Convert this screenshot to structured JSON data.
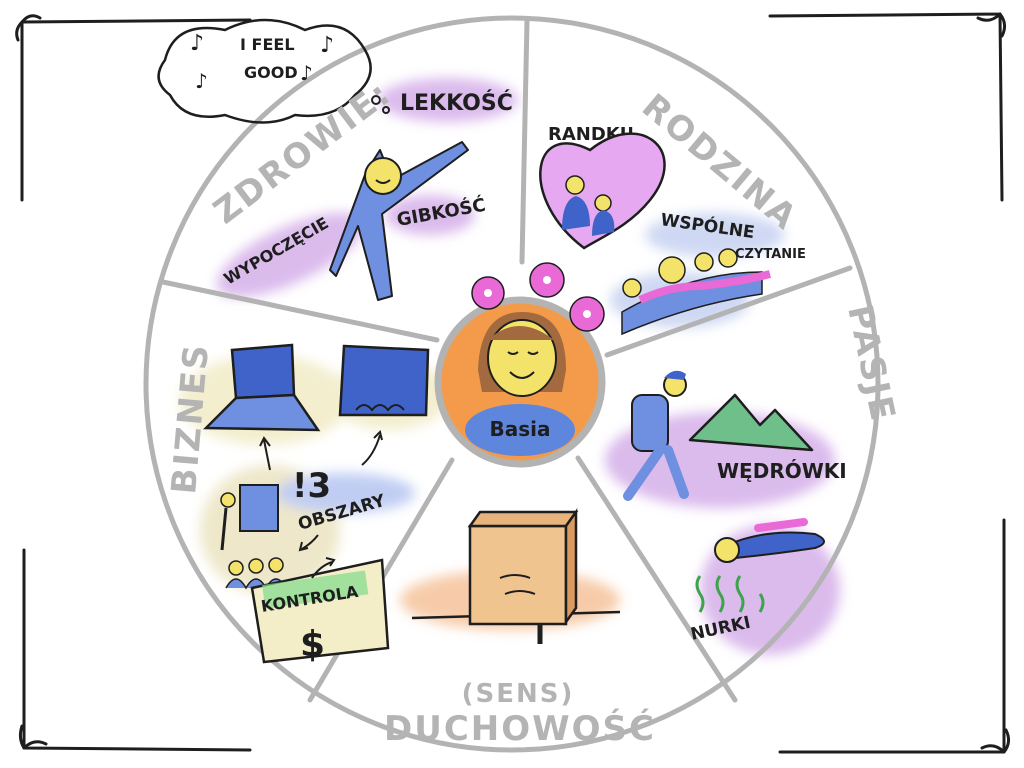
{
  "center": {
    "name": "Basia"
  },
  "thought_bubble": {
    "line1": "I FEEL",
    "line2": "GOOD",
    "notes": "♪"
  },
  "sectors": {
    "zdrowie": {
      "title": "ZDROWIE:",
      "items": [
        "LEKKOŚĆ",
        "GIBKOŚĆ",
        "WYPOCZĘCIE"
      ]
    },
    "rodzina": {
      "title": "RODZINA",
      "items": [
        "RANDKI!",
        "WSPÓLNE",
        "CZYTANIE"
      ]
    },
    "pasje": {
      "title": "PASJE",
      "items": [
        "WĘDRÓWKI",
        "NURKI"
      ]
    },
    "duchowosc": {
      "title": "DUCHOWOŚĆ",
      "subtitle": "(SENS)"
    },
    "biznes": {
      "title": "BIZNES",
      "items": [
        "!3",
        "OBSZARY",
        "KONTROLA",
        "$"
      ]
    }
  },
  "colors": {
    "ring": "#b3b3b3",
    "purple": "#d7b3ea",
    "blue": "#5578d6",
    "orange": "#f39b4b",
    "pink": "#e96ad6",
    "green": "#6fcf75",
    "yellow": "#f3e36b"
  }
}
